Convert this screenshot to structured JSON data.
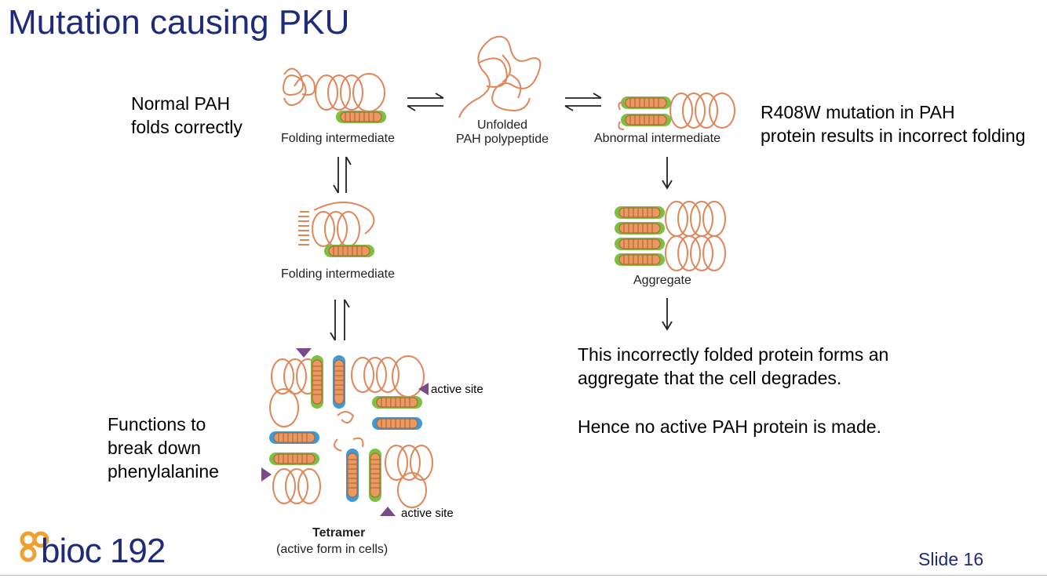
{
  "title": "Mutation causing PKU",
  "notes": {
    "normal_line1": "Normal PAH",
    "normal_line2": "folds correctly",
    "mutation_line1": "R408W mutation in PAH",
    "mutation_line2": "protein results in incorrect folding",
    "function_line1": "Functions to",
    "function_line2": "break down",
    "function_line3": "phenylalanine",
    "aggregate_line1": "This incorrectly folded protein forms an",
    "aggregate_line2": "aggregate that the cell degrades.",
    "hence": "Hence no active PAH protein is made."
  },
  "diagram": {
    "folding_intermediate_1": "Folding intermediate",
    "unfolded_line1": "Unfolded",
    "unfolded_line2": "PAH polypeptide",
    "abnormal_intermediate": "Abnormal intermediate",
    "folding_intermediate_2": "Folding intermediate",
    "aggregate": "Aggregate",
    "active_site_1": "active site",
    "active_site_2": "active site",
    "tetramer": "Tetramer",
    "tetramer_sub": "(active form in cells)"
  },
  "footer": {
    "logo": "bioc 192",
    "slide": "Slide 16"
  },
  "colors": {
    "title": "#1f2b7a",
    "protein": "#e0875a",
    "helix_fill": "#e89a63",
    "helix_glow": "#7cc043",
    "blue_glow": "#3d9ad6",
    "active_site": "#7b4a8a",
    "logo_mark": "#f0a030"
  }
}
